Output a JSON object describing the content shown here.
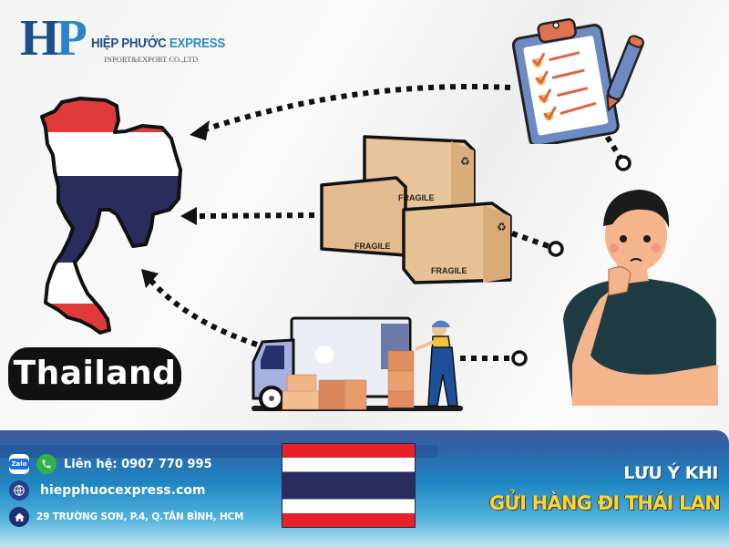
{
  "logo": {
    "monogram_h": "H",
    "monogram_p": "P",
    "name_main": "HIỆP PHƯỚC ",
    "name_accent": "EXPRESS",
    "subtitle": "INPORT&EXPORT CO.,LTD",
    "colors": {
      "dark_blue": "#1a4f8a",
      "light_blue": "#2c83c7"
    }
  },
  "illustration": {
    "map_label": "Thailand",
    "map_flag_colors": [
      "#e03a3a",
      "#ffffff",
      "#2b2c5e",
      "#ffffff",
      "#e03a3a"
    ],
    "box_label": "FRAGILE",
    "elements": [
      "thailand-map",
      "clipboard-checklist",
      "pen",
      "cardboard-boxes",
      "delivery-truck",
      "delivery-worker",
      "thinking-man"
    ],
    "connectors": [
      "clipboard-to-map",
      "boxes-to-map",
      "truck-to-map"
    ]
  },
  "footer": {
    "contact": {
      "zalo_label": "Zalo",
      "phone_label": "Liên hệ: 0907 770 995",
      "website": "hiepphuocexpress.com",
      "address": "29 TRƯỜNG SƠN, P.4, Q.TÂN BÌNH, HCM"
    },
    "headline_line1": "LƯU Ý KHI",
    "headline_line2": "GỬI HÀNG ĐI THÁI LAN",
    "colors": {
      "headline_yellow": "#ffd51f",
      "bar_top": "#3f5a9e",
      "bar_mid": "#1f86c2"
    }
  }
}
